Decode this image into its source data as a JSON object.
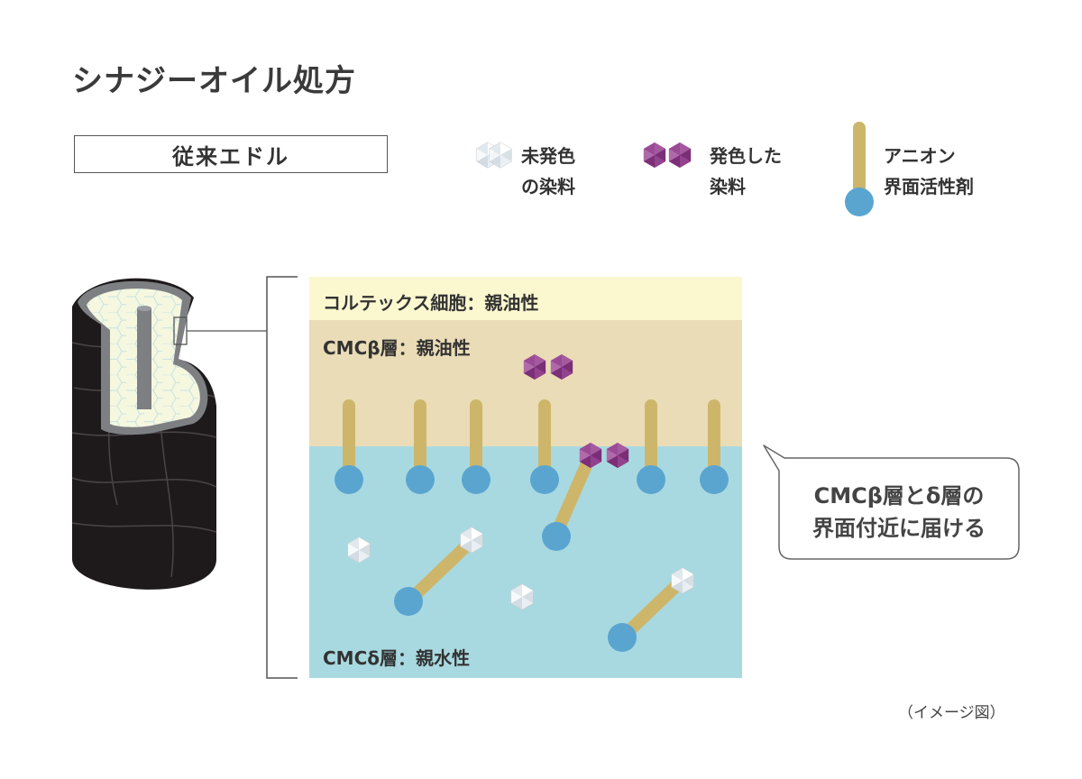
{
  "title": "シナジーオイル処方",
  "section_label": "従来エドル",
  "legend": {
    "undyed": "未発色\nの染料",
    "dyed": "発色した\n染料",
    "surfactant": "アニオン\n界面活性剤"
  },
  "layers": {
    "cortex": "コルテックス細胞：親油性",
    "beta": "CMCβ層：親油性",
    "delta": "CMCδ層：親水性"
  },
  "callout": "CMCβ層とδ層の\n界面付近に届ける",
  "caption": "（イメージ図）",
  "colors": {
    "cortex_band": "#fbf7cf",
    "beta_band": "#eadcb6",
    "delta_band": "#a9d9e0",
    "surfactant_tail": "#cdb66a",
    "surfactant_head": "#5aa5d0",
    "dyed_dye": "#8e3b88",
    "undyed_dye": "#e6edf2"
  }
}
